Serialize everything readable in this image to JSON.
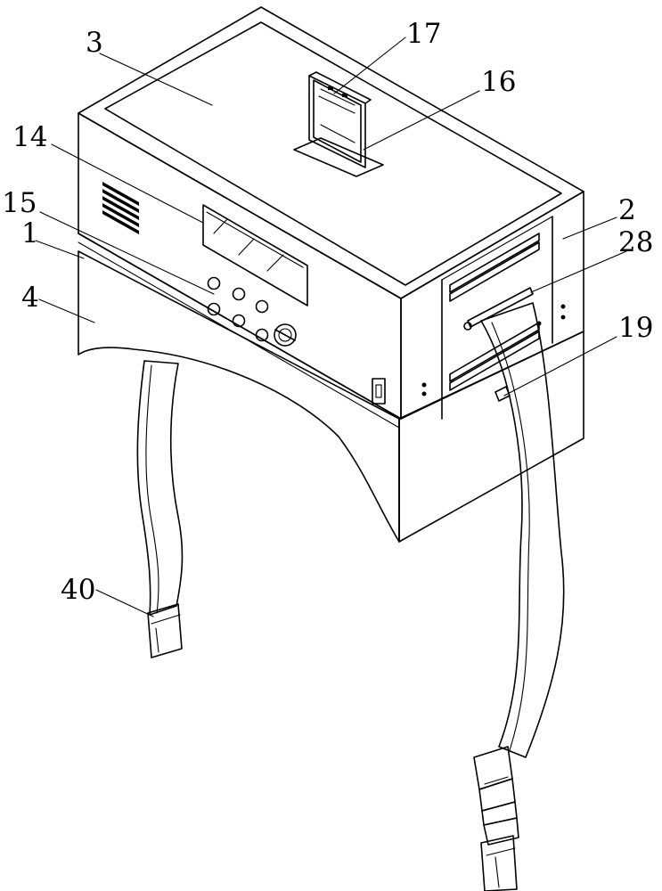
{
  "callouts": [
    {
      "id": "callout-3",
      "text": "3"
    },
    {
      "id": "callout-17",
      "text": "17"
    },
    {
      "id": "callout-16",
      "text": "16"
    },
    {
      "id": "callout-14",
      "text": "14"
    },
    {
      "id": "callout-15",
      "text": "15"
    },
    {
      "id": "callout-1",
      "text": "1"
    },
    {
      "id": "callout-4",
      "text": "4"
    },
    {
      "id": "callout-2",
      "text": "2"
    },
    {
      "id": "callout-28",
      "text": "28"
    },
    {
      "id": "callout-19",
      "text": "19"
    },
    {
      "id": "callout-40",
      "text": "40"
    }
  ]
}
